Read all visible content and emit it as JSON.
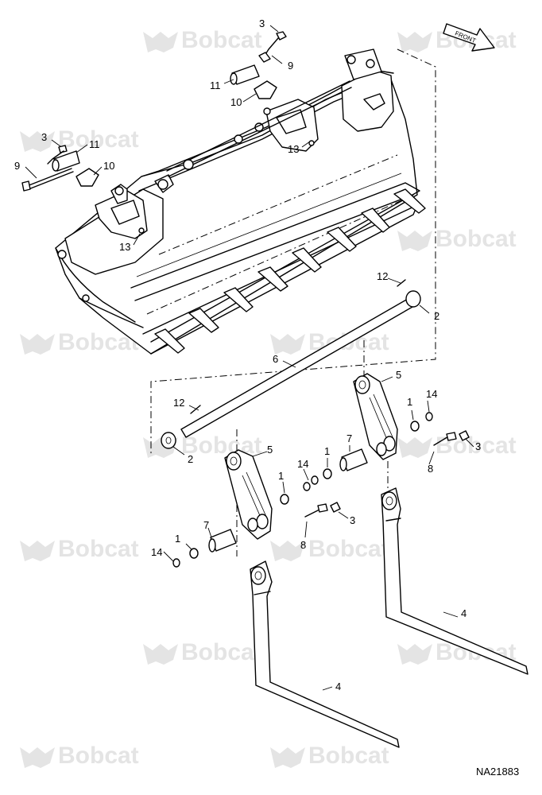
{
  "watermark": {
    "text": "Bobcat"
  },
  "front_arrow": {
    "text": "FRONT"
  },
  "drawing_ref": "NA21883",
  "callouts": [
    {
      "num": "3"
    },
    {
      "num": "9"
    },
    {
      "num": "11"
    },
    {
      "num": "10"
    },
    {
      "num": "13"
    },
    {
      "num": "3"
    },
    {
      "num": "11"
    },
    {
      "num": "9"
    },
    {
      "num": "10"
    },
    {
      "num": "13"
    },
    {
      "num": "12"
    },
    {
      "num": "2"
    },
    {
      "num": "6"
    },
    {
      "num": "5"
    },
    {
      "num": "14"
    },
    {
      "num": "1"
    },
    {
      "num": "12"
    },
    {
      "num": "3"
    },
    {
      "num": "8"
    },
    {
      "num": "2"
    },
    {
      "num": "7"
    },
    {
      "num": "5"
    },
    {
      "num": "1"
    },
    {
      "num": "14"
    },
    {
      "num": "1"
    },
    {
      "num": "3"
    },
    {
      "num": "8"
    },
    {
      "num": "7"
    },
    {
      "num": "1"
    },
    {
      "num": "14"
    },
    {
      "num": "4"
    },
    {
      "num": "4"
    }
  ]
}
